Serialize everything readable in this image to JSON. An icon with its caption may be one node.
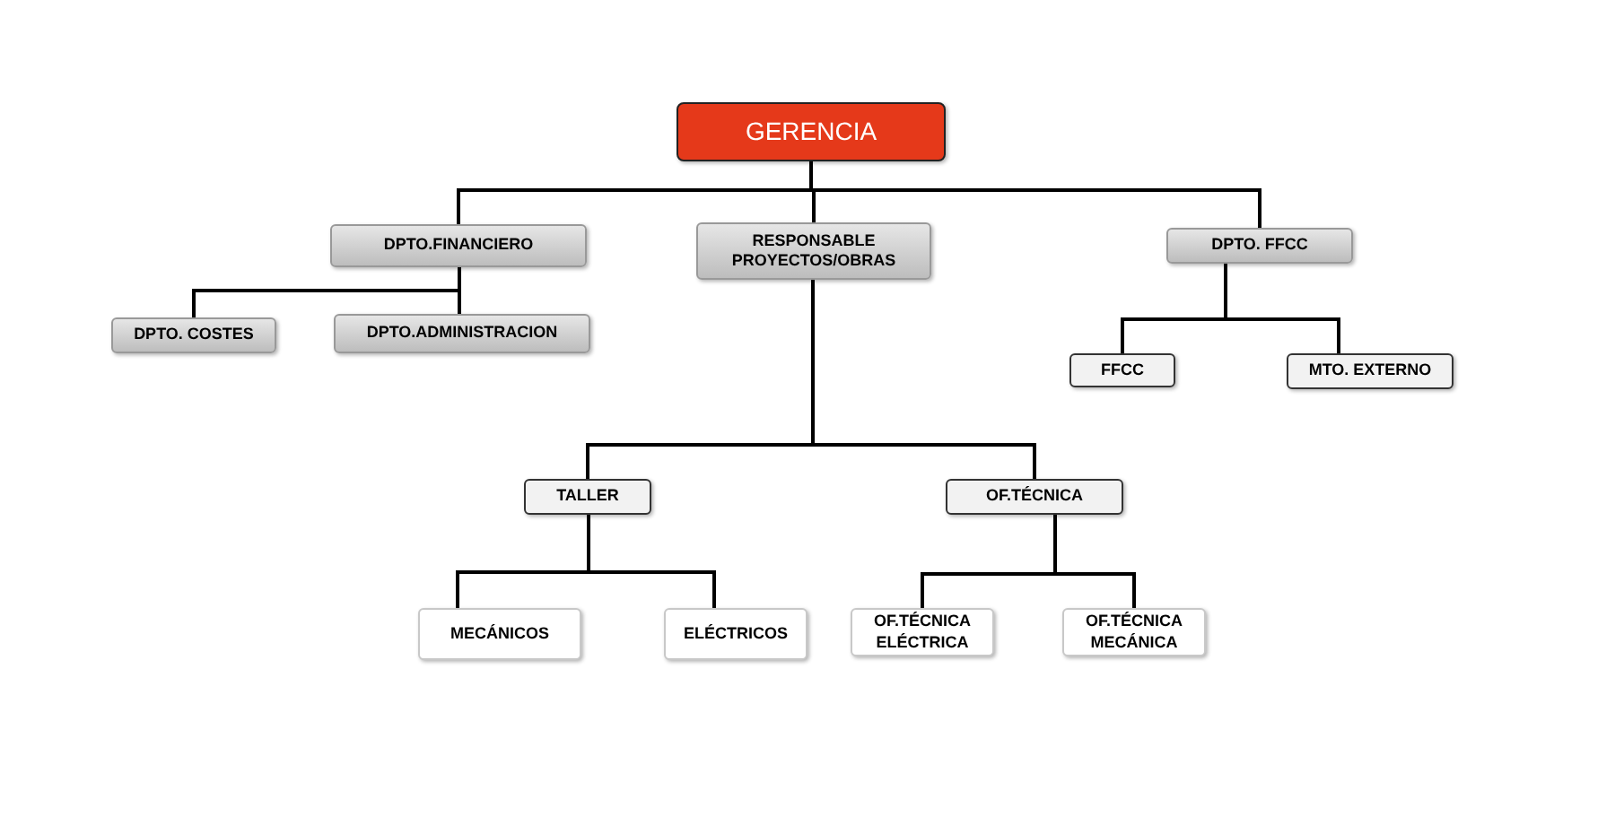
{
  "diagram": {
    "nodes": [
      {
        "text": [
          "GERENCIA"
        ]
      },
      {
        "text": [
          "DPTO.FINANCIERO"
        ]
      },
      {
        "text": [
          "RESPONSABLE PROYECTOS/OBRAS"
        ]
      },
      {
        "text": [
          "DPTO. FFCC"
        ]
      },
      {
        "text": [
          "DPTO. COSTES"
        ]
      },
      {
        "text": [
          "DPTO.ADMINISTRACION"
        ]
      },
      {
        "text": [
          "FFCC"
        ]
      },
      {
        "text": [
          "MTO. EXTERNO"
        ]
      },
      {
        "text": [
          "TALLER"
        ]
      },
      {
        "text": [
          "OF.TÉCNICA"
        ]
      },
      {
        "text": [
          "MECÁNICOS"
        ]
      },
      {
        "text": [
          "ELÉCTRICOS"
        ]
      },
      {
        "text": [
          "OF.TÉCNICA ELÉCTRICA"
        ]
      },
      {
        "text": [
          "OF.TÉCNICA MECÁNICA"
        ]
      }
    ],
    "edges": [
      {
        "from": 0,
        "to": 1,
        "arrow": "none"
      },
      {
        "from": 0,
        "to": 2,
        "arrow": "none"
      },
      {
        "from": 0,
        "to": 3,
        "arrow": "none"
      },
      {
        "from": 1,
        "to": 4,
        "arrow": "none"
      },
      {
        "from": 1,
        "to": 5,
        "arrow": "none"
      },
      {
        "from": 3,
        "to": 6,
        "arrow": "none"
      },
      {
        "from": 3,
        "to": 7,
        "arrow": "none"
      },
      {
        "from": 2,
        "to": 8,
        "arrow": "none"
      },
      {
        "from": 2,
        "to": 9,
        "arrow": "none"
      },
      {
        "from": 8,
        "to": 10,
        "arrow": "none"
      },
      {
        "from": 8,
        "to": 11,
        "arrow": "none"
      },
      {
        "from": 9,
        "to": 12,
        "arrow": "none"
      },
      {
        "from": 9,
        "to": 13,
        "arrow": "none"
      }
    ]
  }
}
